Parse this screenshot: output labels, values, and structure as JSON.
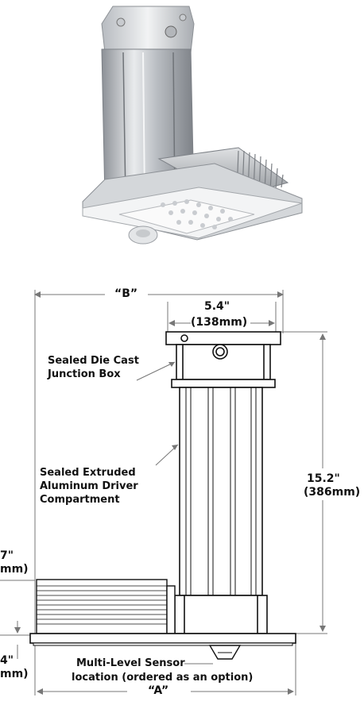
{
  "dimensions": {
    "b": "“B”",
    "a": "“A”",
    "top_width_in": "5.4\"",
    "top_width_mm": "(138mm)",
    "height_in": "15.2\"",
    "height_mm": "(386mm)",
    "left_upper_in": "7\"",
    "left_upper_mm": "mm)",
    "left_lower_in": "4\"",
    "left_lower_mm": "mm)"
  },
  "callouts": {
    "junction_box_line1": "Sealed Die Cast",
    "junction_box_line2": "Junction Box",
    "driver_line1": "Sealed Extruded",
    "driver_line2": "Aluminum Driver",
    "driver_line3": "Compartment",
    "sensor_line1": "Multi-Level Sensor",
    "sensor_line2": "location (ordered as an option)"
  },
  "colors": {
    "line": "#111111",
    "dimension_line": "#777777",
    "metal_light": "#e6e8ea",
    "metal_dark": "#9a9ea3"
  }
}
